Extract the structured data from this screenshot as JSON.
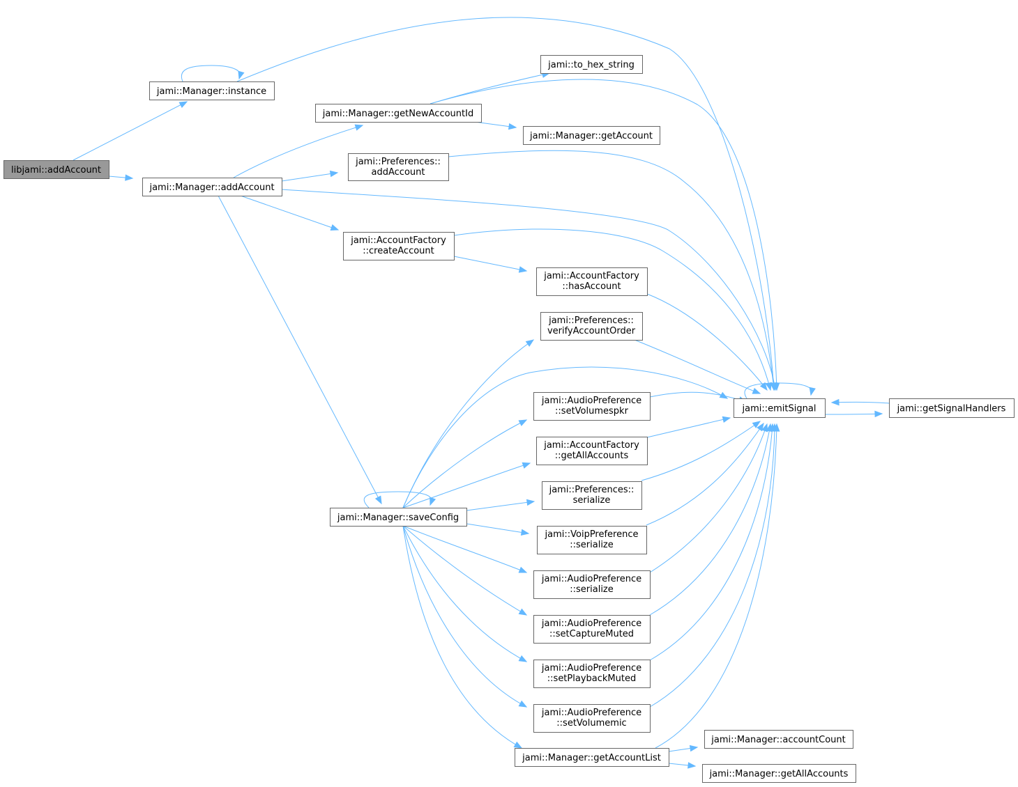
{
  "colors": {
    "edge": "#63b8ff",
    "node_border": "#666666",
    "root_fill": "#999999",
    "node_fill": "#ffffff"
  },
  "nodes": {
    "libjami_addAccount": {
      "lines": [
        "libjami::addAccount"
      ]
    },
    "manager_instance": {
      "lines": [
        "jami::Manager::instance"
      ]
    },
    "manager_addAccount": {
      "lines": [
        "jami::Manager::addAccount"
      ]
    },
    "manager_getNewAccountId": {
      "lines": [
        "jami::Manager::getNewAccountId"
      ]
    },
    "to_hex_string": {
      "lines": [
        "jami::to_hex_string"
      ]
    },
    "manager_getAccount": {
      "lines": [
        "jami::Manager::getAccount"
      ]
    },
    "preferences_addAccount": {
      "lines": [
        "jami::Preferences::",
        "addAccount"
      ]
    },
    "accountFactory_createAccount": {
      "lines": [
        "jami::AccountFactory",
        "::createAccount"
      ]
    },
    "accountFactory_hasAccount": {
      "lines": [
        "jami::AccountFactory",
        "::hasAccount"
      ]
    },
    "preferences_verifyAccountOrder": {
      "lines": [
        "jami::Preferences::",
        "verifyAccountOrder"
      ]
    },
    "emitSignal": {
      "lines": [
        "jami::emitSignal"
      ]
    },
    "getSignalHandlers": {
      "lines": [
        "jami::getSignalHandlers"
      ]
    },
    "audioPreference_setVolumespkr": {
      "lines": [
        "jami::AudioPreference",
        "::setVolumespkr"
      ]
    },
    "accountFactory_getAllAccounts": {
      "lines": [
        "jami::AccountFactory",
        "::getAllAccounts"
      ]
    },
    "preferences_serialize": {
      "lines": [
        "jami::Preferences::",
        "serialize"
      ]
    },
    "manager_saveConfig": {
      "lines": [
        "jami::Manager::saveConfig"
      ]
    },
    "voipPreference_serialize": {
      "lines": [
        "jami::VoipPreference",
        "::serialize"
      ]
    },
    "audioPreference_serialize": {
      "lines": [
        "jami::AudioPreference",
        "::serialize"
      ]
    },
    "audioPreference_setCaptureMuted": {
      "lines": [
        "jami::AudioPreference",
        "::setCaptureMuted"
      ]
    },
    "audioPreference_setPlaybackMuted": {
      "lines": [
        "jami::AudioPreference",
        "::setPlaybackMuted"
      ]
    },
    "audioPreference_setVolumemic": {
      "lines": [
        "jami::AudioPreference",
        "::setVolumemic"
      ]
    },
    "manager_getAccountList": {
      "lines": [
        "jami::Manager::getAccountList"
      ]
    },
    "manager_accountCount": {
      "lines": [
        "jami::Manager::accountCount"
      ]
    },
    "manager_getAllAccounts": {
      "lines": [
        "jami::Manager::getAllAccounts"
      ]
    }
  },
  "edges": [
    [
      "libjami_addAccount",
      "manager_instance"
    ],
    [
      "libjami_addAccount",
      "manager_addAccount"
    ],
    [
      "manager_instance",
      "manager_instance"
    ],
    [
      "manager_instance",
      "emitSignal"
    ],
    [
      "manager_addAccount",
      "manager_getNewAccountId"
    ],
    [
      "manager_addAccount",
      "preferences_addAccount"
    ],
    [
      "manager_addAccount",
      "emitSignal"
    ],
    [
      "manager_addAccount",
      "accountFactory_createAccount"
    ],
    [
      "manager_addAccount",
      "manager_saveConfig"
    ],
    [
      "manager_getNewAccountId",
      "to_hex_string"
    ],
    [
      "manager_getNewAccountId",
      "emitSignal"
    ],
    [
      "manager_getNewAccountId",
      "manager_getAccount"
    ],
    [
      "preferences_addAccount",
      "emitSignal"
    ],
    [
      "accountFactory_createAccount",
      "emitSignal"
    ],
    [
      "accountFactory_createAccount",
      "accountFactory_hasAccount"
    ],
    [
      "accountFactory_hasAccount",
      "emitSignal"
    ],
    [
      "preferences_verifyAccountOrder",
      "emitSignal"
    ],
    [
      "emitSignal",
      "emitSignal"
    ],
    [
      "emitSignal",
      "getSignalHandlers"
    ],
    [
      "getSignalHandlers",
      "emitSignal"
    ],
    [
      "manager_saveConfig",
      "manager_saveConfig"
    ],
    [
      "manager_saveConfig",
      "preferences_verifyAccountOrder"
    ],
    [
      "manager_saveConfig",
      "emitSignal"
    ],
    [
      "manager_saveConfig",
      "audioPreference_setVolumespkr"
    ],
    [
      "manager_saveConfig",
      "accountFactory_getAllAccounts"
    ],
    [
      "manager_saveConfig",
      "preferences_serialize"
    ],
    [
      "manager_saveConfig",
      "voipPreference_serialize"
    ],
    [
      "manager_saveConfig",
      "audioPreference_serialize"
    ],
    [
      "manager_saveConfig",
      "audioPreference_setCaptureMuted"
    ],
    [
      "manager_saveConfig",
      "audioPreference_setPlaybackMuted"
    ],
    [
      "manager_saveConfig",
      "audioPreference_setVolumemic"
    ],
    [
      "manager_saveConfig",
      "manager_getAccountList"
    ],
    [
      "audioPreference_setVolumespkr",
      "emitSignal"
    ],
    [
      "accountFactory_getAllAccounts",
      "emitSignal"
    ],
    [
      "preferences_serialize",
      "emitSignal"
    ],
    [
      "voipPreference_serialize",
      "emitSignal"
    ],
    [
      "audioPreference_serialize",
      "emitSignal"
    ],
    [
      "audioPreference_setCaptureMuted",
      "emitSignal"
    ],
    [
      "audioPreference_setPlaybackMuted",
      "emitSignal"
    ],
    [
      "audioPreference_setVolumemic",
      "emitSignal"
    ],
    [
      "manager_getAccountList",
      "emitSignal"
    ],
    [
      "manager_getAccountList",
      "manager_accountCount"
    ],
    [
      "manager_getAccountList",
      "manager_getAllAccounts"
    ]
  ]
}
